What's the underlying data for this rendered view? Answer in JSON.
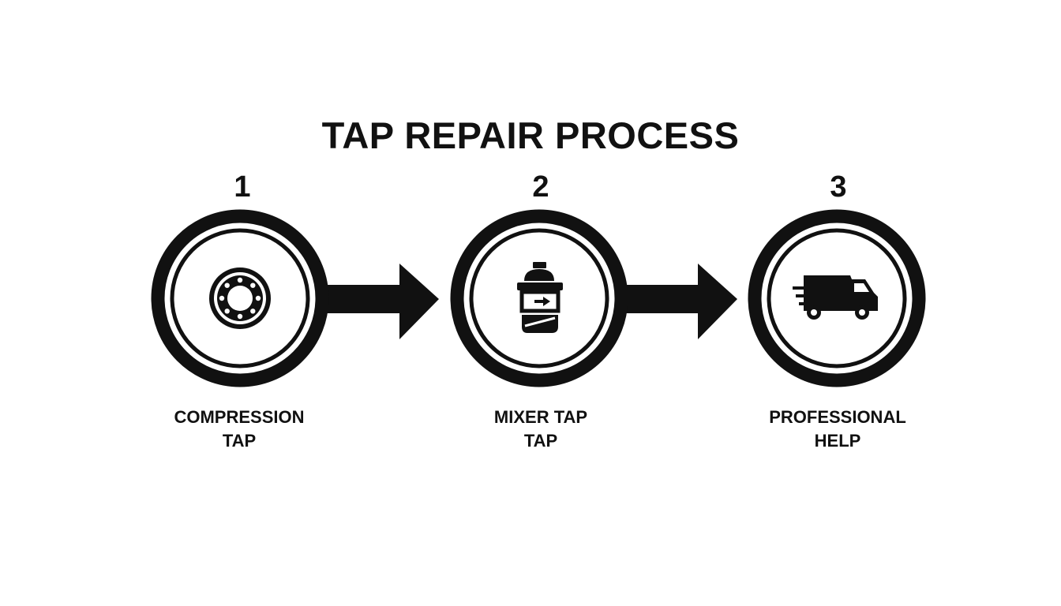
{
  "title": "TAP REPAIR PROCESS",
  "steps": [
    {
      "number": "1",
      "label_line1": "COMPRESSION",
      "label_line2": "TAP",
      "icon": "washer-icon"
    },
    {
      "number": "2",
      "label_line1": "MIXER TAP",
      "label_line2": "TAP",
      "icon": "cartridge-icon"
    },
    {
      "number": "3",
      "label_line1": "PROFESSIONAL",
      "label_line2": "HELP",
      "icon": "delivery-van-icon"
    }
  ],
  "colors": {
    "ink": "#111111",
    "background": "#ffffff"
  }
}
